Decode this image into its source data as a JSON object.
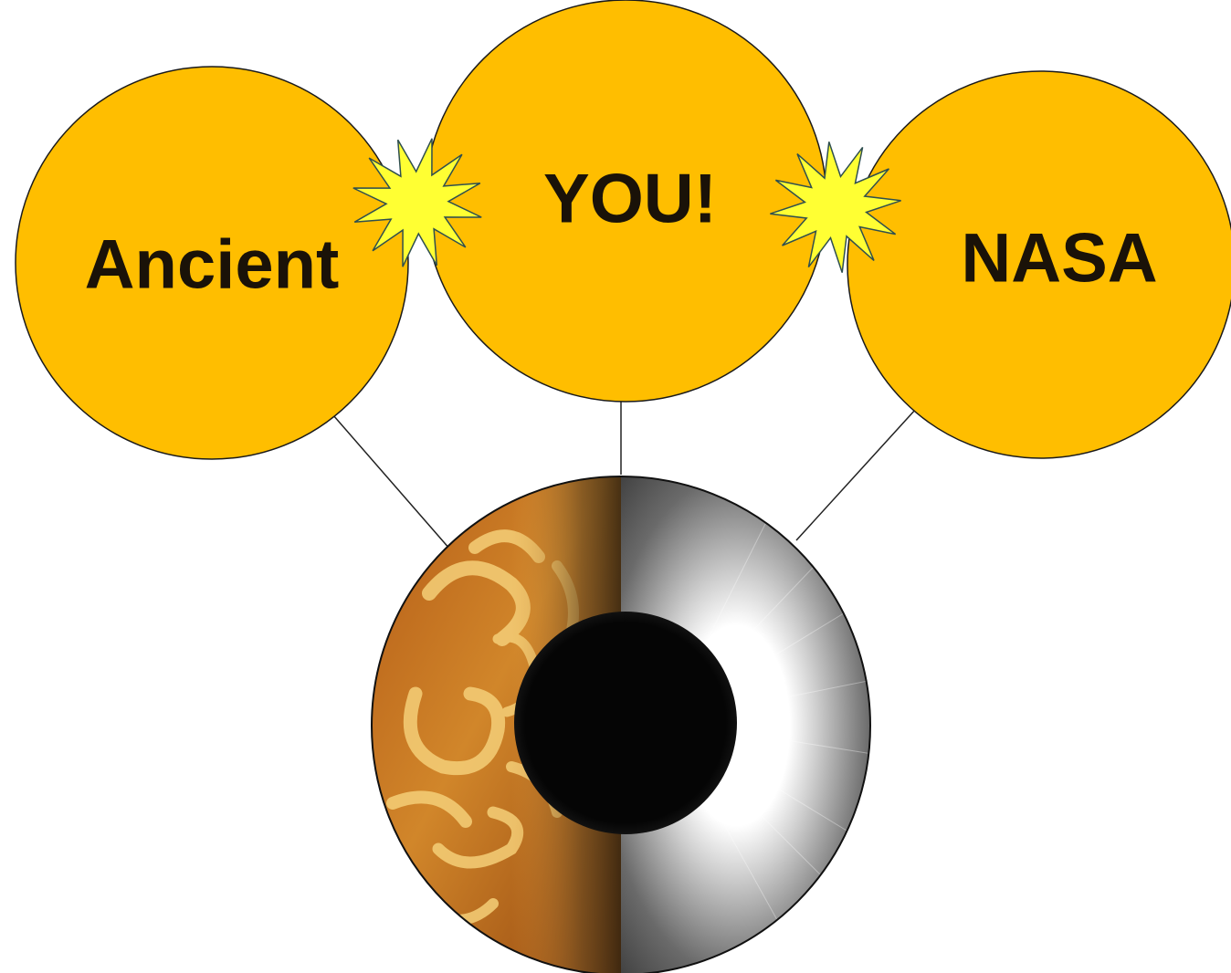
{
  "colors": {
    "circle_fill": "#FFBE00",
    "circle_stroke": "#1a1a1a",
    "starburst_fill": "#FFFF33",
    "starburst_stroke": "#2f4f4f",
    "connector": "#222222",
    "label_color": "#1a1208"
  },
  "nodes": {
    "ancient": {
      "label": "Ancient"
    },
    "you": {
      "label": "YOU!"
    },
    "nasa": {
      "label": "NASA"
    }
  },
  "connections": [
    {
      "from": "ancient",
      "to": "eclipse-image"
    },
    {
      "from": "you",
      "to": "eclipse-image"
    },
    {
      "from": "nasa",
      "to": "eclipse-image"
    }
  ],
  "decorations": {
    "starbursts": [
      "ancient-you",
      "you-nasa"
    ]
  },
  "image": {
    "icon": "solar-eclipse-petroglyph-image",
    "left_half": "ancient-rock-art",
    "right_half": "total-solar-eclipse-corona"
  }
}
